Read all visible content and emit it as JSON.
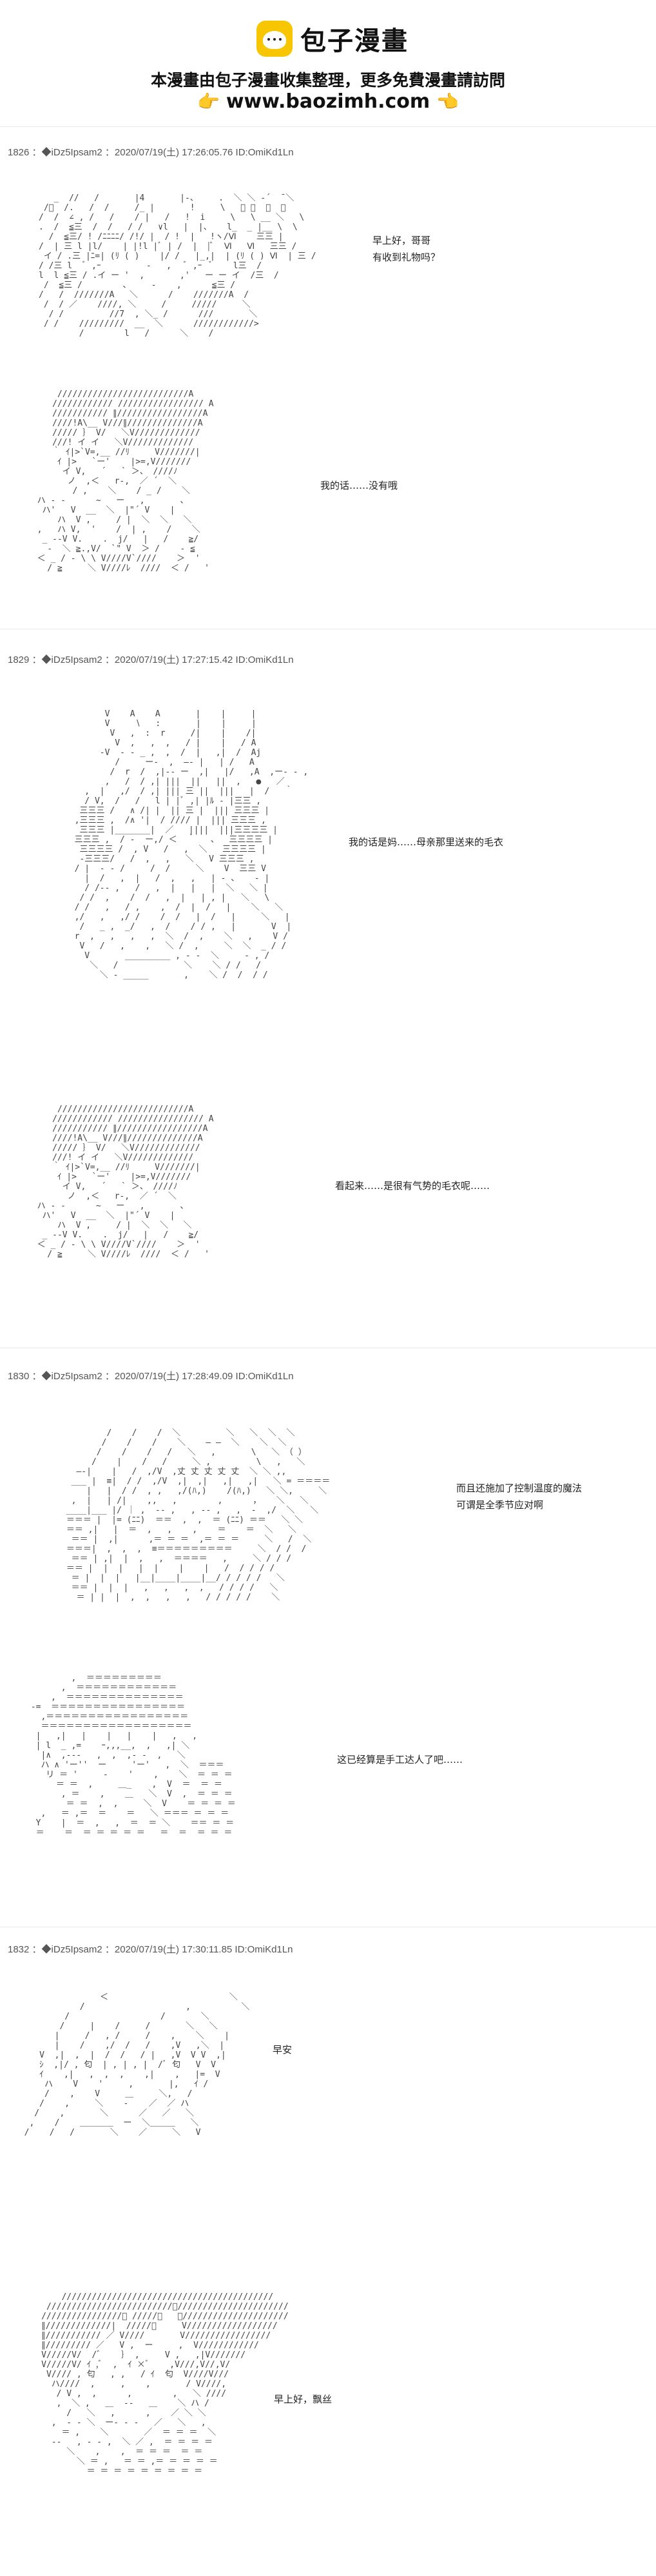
{
  "banner": {
    "site_name": "包子漫畫",
    "subtitle": "本漫畫由包子漫畫收集整理，更多免費漫畫請訪問",
    "url": "www.baozimh.com"
  },
  "posts": [
    {
      "header": "1826 ：◆iDz5Ipsam2 ：2020/07/19(土) 17:26:05.76 ID:OmiKd1Ln",
      "lines": [
        "早上好，哥哥",
        "有收到礼物吗？",
        "我的话……没有哦"
      ]
    },
    {
      "header": "1829 ：◆iDz5Ipsam2 ：2020/07/19(土) 17:27:15.42 ID:OmiKd1Ln",
      "lines": [
        "我的话是妈……母亲那里送来的毛衣",
        "看起来……是很有气势的毛衣呢……"
      ]
    },
    {
      "header": "1830 ：◆iDz5Ipsam2 ：2020/07/19(土) 17:28:49.09 ID:OmiKd1Ln",
      "lines": [
        "而且还施加了控制温度的魔法",
        "可谓是全季节应对啊",
        "这已经算是手工达人了吧……"
      ]
    },
    {
      "header": "1832 ：◆iDz5Ipsam2 ：2020/07/19(土) 17:30:11.85 ID:OmiKd1Ln",
      "lines": [
        "早安",
        "早上好，飘丝"
      ]
    }
  ]
}
